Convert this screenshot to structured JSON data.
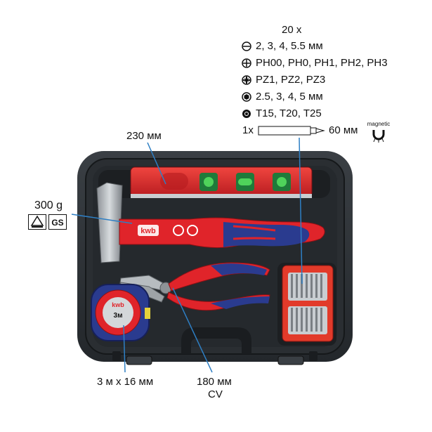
{
  "labels": {
    "level_size": "230 мм",
    "hammer_weight": "300 g",
    "bits_count": "20 x",
    "bit_slot": "2, 3, 4, 5.5 мм",
    "bit_phillips": "PH00, PH0, PH1, PH2, PH3",
    "bit_pozidriv": "PZ1, PZ2, PZ3",
    "bit_hex": "2.5, 3, 4, 5 мм",
    "bit_torx": "T15, T20, T25",
    "holder_qty": "1x",
    "holder_len": "60 мм",
    "magnetic": "magnetic",
    "tape_size": "3 м x 16 мм",
    "pliers_size": "180 мм",
    "pliers_material": "CV"
  },
  "branding": {
    "brand": "kwb",
    "tape_length": "3м",
    "gs_mark": "GS"
  },
  "icons": [
    "slot-icon",
    "phillips-icon",
    "pozidriv-icon",
    "hex-icon",
    "torx-icon",
    "magnet-icon",
    "gs-mark-icon",
    "triangle-cert-icon"
  ],
  "colors": {
    "case": "#2b2f33",
    "case_inner": "#1e2124",
    "level_red": "#d8262b",
    "hammer_red": "#e0242a",
    "handle_blue": "#2a3b8f",
    "bit_box_red": "#e23a2a"
  }
}
